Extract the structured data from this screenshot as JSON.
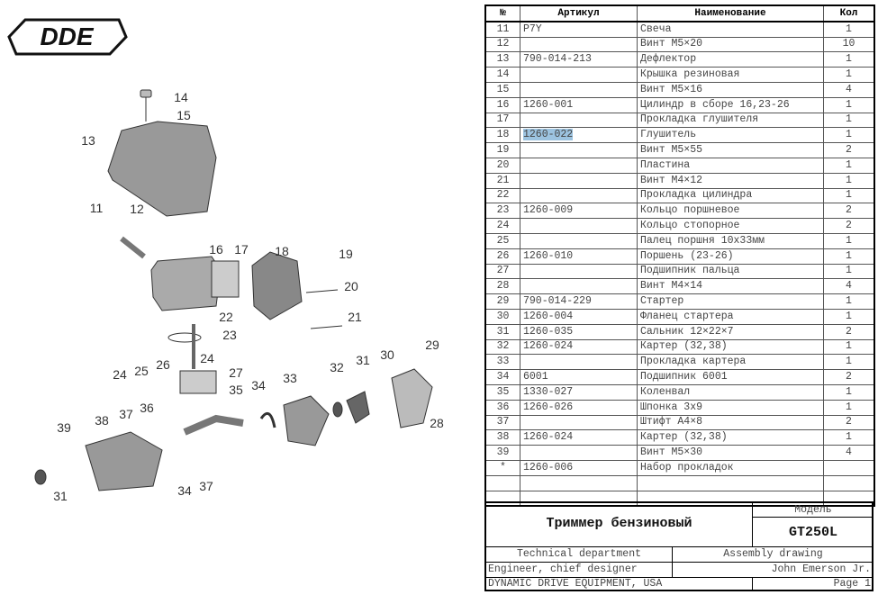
{
  "logo": {
    "text": "DDE"
  },
  "diagram": {
    "callouts": [
      "14",
      "15",
      "13",
      "11",
      "12",
      "16",
      "17",
      "18",
      "19",
      "20",
      "21",
      "22",
      "23",
      "24",
      "25",
      "26",
      "24",
      "27",
      "35",
      "34",
      "33",
      "32",
      "31",
      "30",
      "29",
      "28",
      "36",
      "37",
      "38",
      "39",
      "31",
      "34",
      "37"
    ]
  },
  "table": {
    "headers": {
      "num": "№",
      "article": "Артикул",
      "name": "Наименование",
      "qty": "Кол"
    },
    "rows": [
      {
        "num": "11",
        "article": "P7Y",
        "name": "Свеча",
        "qty": "1"
      },
      {
        "num": "12",
        "article": "",
        "name": "Винт M5×20",
        "qty": "10"
      },
      {
        "num": "13",
        "article": "790-014-213",
        "name": "Дефлектор",
        "qty": "1"
      },
      {
        "num": "14",
        "article": "",
        "name": "Крышка резиновая",
        "qty": "1"
      },
      {
        "num": "15",
        "article": "",
        "name": "Винт M5×16",
        "qty": "4"
      },
      {
        "num": "16",
        "article": "1260-001",
        "name": "Цилиндр в сборе 16,23-26",
        "qty": "1"
      },
      {
        "num": "17",
        "article": "",
        "name": "Прокладка глушителя",
        "qty": "1"
      },
      {
        "num": "18",
        "article": "1260-022",
        "name": "Глушитель",
        "qty": "1"
      },
      {
        "num": "19",
        "article": "",
        "name": "Винт M5×55",
        "qty": "2"
      },
      {
        "num": "20",
        "article": "",
        "name": "Пластина",
        "qty": "1"
      },
      {
        "num": "21",
        "article": "",
        "name": "Винт M4×12",
        "qty": "1"
      },
      {
        "num": "22",
        "article": "",
        "name": "Прокладка цилиндра",
        "qty": "1"
      },
      {
        "num": "23",
        "article": "1260-009",
        "name": "Кольцо поршневое",
        "qty": "2"
      },
      {
        "num": "24",
        "article": "",
        "name": "Кольцо стопорное",
        "qty": "2"
      },
      {
        "num": "25",
        "article": "",
        "name": "Палец поршня 10x33мм",
        "qty": "1"
      },
      {
        "num": "26",
        "article": "1260-010",
        "name": "Поршень (23-26)",
        "qty": "1"
      },
      {
        "num": "27",
        "article": "",
        "name": "Подшипник пальца",
        "qty": "1"
      },
      {
        "num": "28",
        "article": "",
        "name": "Винт M4×14",
        "qty": "4"
      },
      {
        "num": "29",
        "article": "790-014-229",
        "name": "Стартер",
        "qty": "1"
      },
      {
        "num": "30",
        "article": "1260-004",
        "name": "Фланец стартера",
        "qty": "1"
      },
      {
        "num": "31",
        "article": "1260-035",
        "name": "Сальник 12×22×7",
        "qty": "2"
      },
      {
        "num": "32",
        "article": "1260-024",
        "name": "Картер (32,38)",
        "qty": "1"
      },
      {
        "num": "33",
        "article": "",
        "name": "Прокладка картера",
        "qty": "1"
      },
      {
        "num": "34",
        "article": "6001",
        "name": "Подшипник 6001",
        "qty": "2"
      },
      {
        "num": "35",
        "article": "1330-027",
        "name": "Коленвал",
        "qty": "1"
      },
      {
        "num": "36",
        "article": "1260-026",
        "name": "Шпонка 3x9",
        "qty": "1"
      },
      {
        "num": "37",
        "article": "",
        "name": "Штифт A4×8",
        "qty": "2"
      },
      {
        "num": "38",
        "article": "1260-024",
        "name": "Картер (32,38)",
        "qty": "1"
      },
      {
        "num": "39",
        "article": "",
        "name": "Винт M5×30",
        "qty": "4"
      },
      {
        "num": "*",
        "article": "1260-006",
        "name": "Набор прокладок",
        "qty": ""
      },
      {
        "num": "",
        "article": "",
        "name": "",
        "qty": ""
      },
      {
        "num": "",
        "article": "",
        "name": "",
        "qty": ""
      }
    ]
  },
  "title_block": {
    "product": "Триммер бензиновый",
    "model_label": "Модель",
    "model": "GT250L",
    "department": "Technical department",
    "drawing_type": "Assembly drawing",
    "role": "Engineer, chief designer",
    "person": "John Emerson Jr.",
    "company": "DYNAMIC DRIVE EQUIPMENT, USA",
    "page": "Page 1"
  }
}
